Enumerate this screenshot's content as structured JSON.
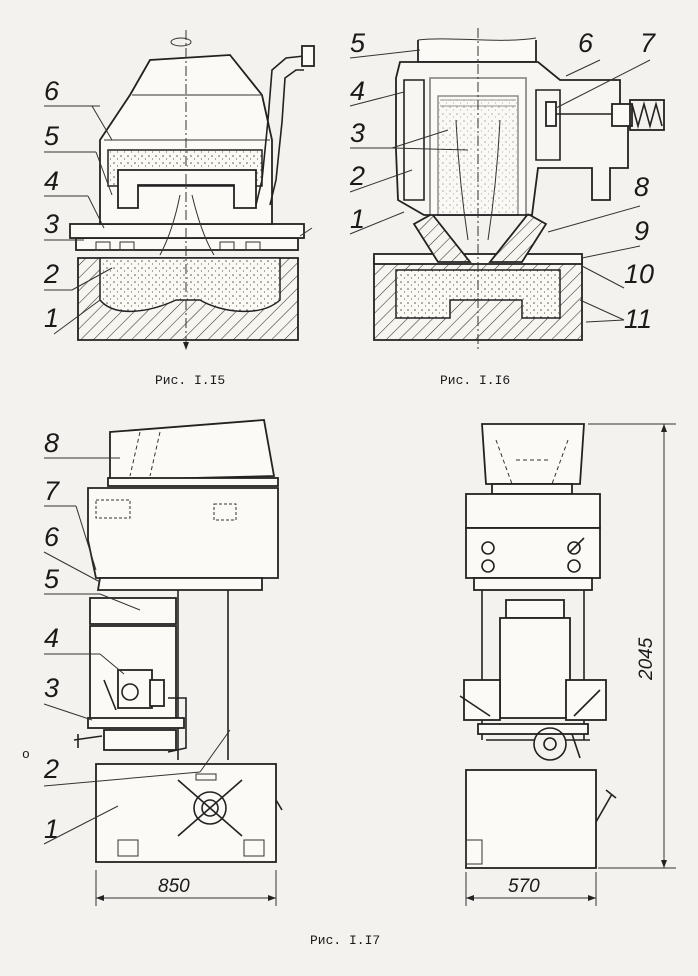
{
  "figures": [
    {
      "caption": "Рис. I.I5",
      "labels": [
        "1",
        "2",
        "3",
        "4",
        "5",
        "6"
      ]
    },
    {
      "caption": "Рис. I.I6",
      "labels": [
        "1",
        "2",
        "3",
        "4",
        "5",
        "6",
        "7",
        "8",
        "9",
        "10",
        "11"
      ]
    },
    {
      "caption": "Рис. I.I7",
      "labels": [
        "1",
        "2",
        "3",
        "4",
        "5",
        "6",
        "7",
        "8"
      ],
      "dimensions": {
        "front_width": "850",
        "side_width": "570",
        "height": "2045"
      }
    }
  ],
  "margin_mark": "o"
}
